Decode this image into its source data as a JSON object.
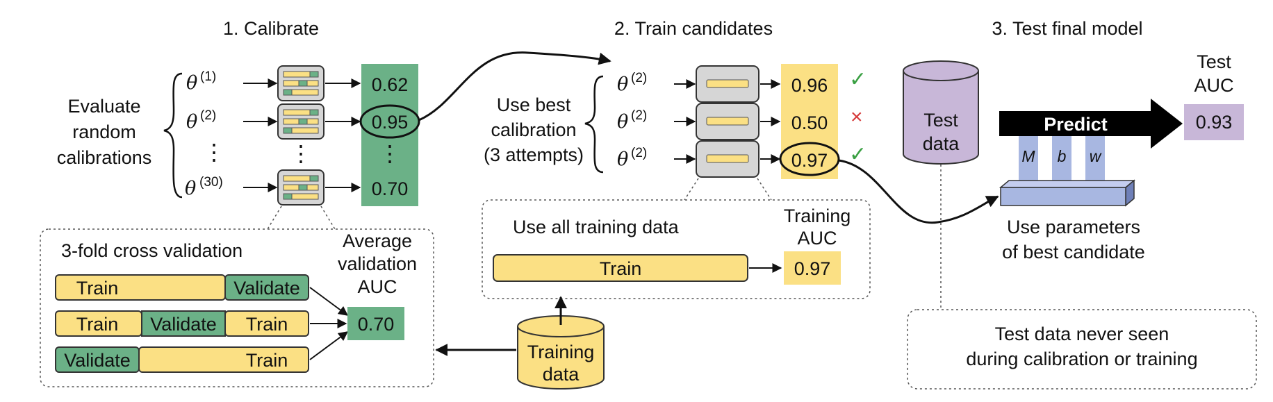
{
  "calibrate": {
    "title": "1. Calibrate",
    "evaluate_text": [
      "Evaluate",
      "random",
      "calibrations"
    ],
    "theta_symbol": "θ",
    "theta_indices": [
      "(1)",
      "(2)",
      "(30)"
    ],
    "vertical_ellipsis": "⋮",
    "auc_values": [
      "0.62",
      "0.95",
      "0.70"
    ],
    "cv": {
      "title": "3-fold cross validation",
      "rows": [
        [
          "Train",
          "Validate"
        ],
        [
          "Train",
          "Validate",
          "Train"
        ],
        [
          "Validate",
          "Train"
        ]
      ],
      "avg_label": [
        "Average",
        "validation",
        "AUC"
      ],
      "avg_value": "0.70"
    }
  },
  "train": {
    "title": "2. Train candidates",
    "use_best_text": [
      "Use best",
      "calibration",
      "(3 attempts)"
    ],
    "theta_index": "(2)",
    "auc_values": [
      "0.96",
      "0.50",
      "0.97"
    ],
    "marks": [
      "✓",
      "×",
      "✓"
    ],
    "box": {
      "title": "Use all training data",
      "bar_label": "Train",
      "auc_label": [
        "Training",
        "AUC"
      ],
      "auc_value": "0.97"
    },
    "training_data_label": [
      "Training",
      "data"
    ]
  },
  "test": {
    "title": "3. Test final model",
    "test_data_label": [
      "Test",
      "data"
    ],
    "predict_label": "Predict",
    "params": [
      "M",
      "b",
      "w"
    ],
    "use_params_text": [
      "Use parameters",
      "of best candidate"
    ],
    "test_auc_label": [
      "Test",
      "AUC"
    ],
    "test_auc_value": "0.93",
    "note": [
      "Test data never seen",
      "during calibration or training"
    ]
  },
  "colors": {
    "green": "#6bb187",
    "yellow": "#fbe084",
    "purple": "#c8b7d8",
    "param_blue": "#a8b7e1",
    "gray_box": "#d6d6d6",
    "check": "#3aa043",
    "cross": "#d63a3a"
  }
}
